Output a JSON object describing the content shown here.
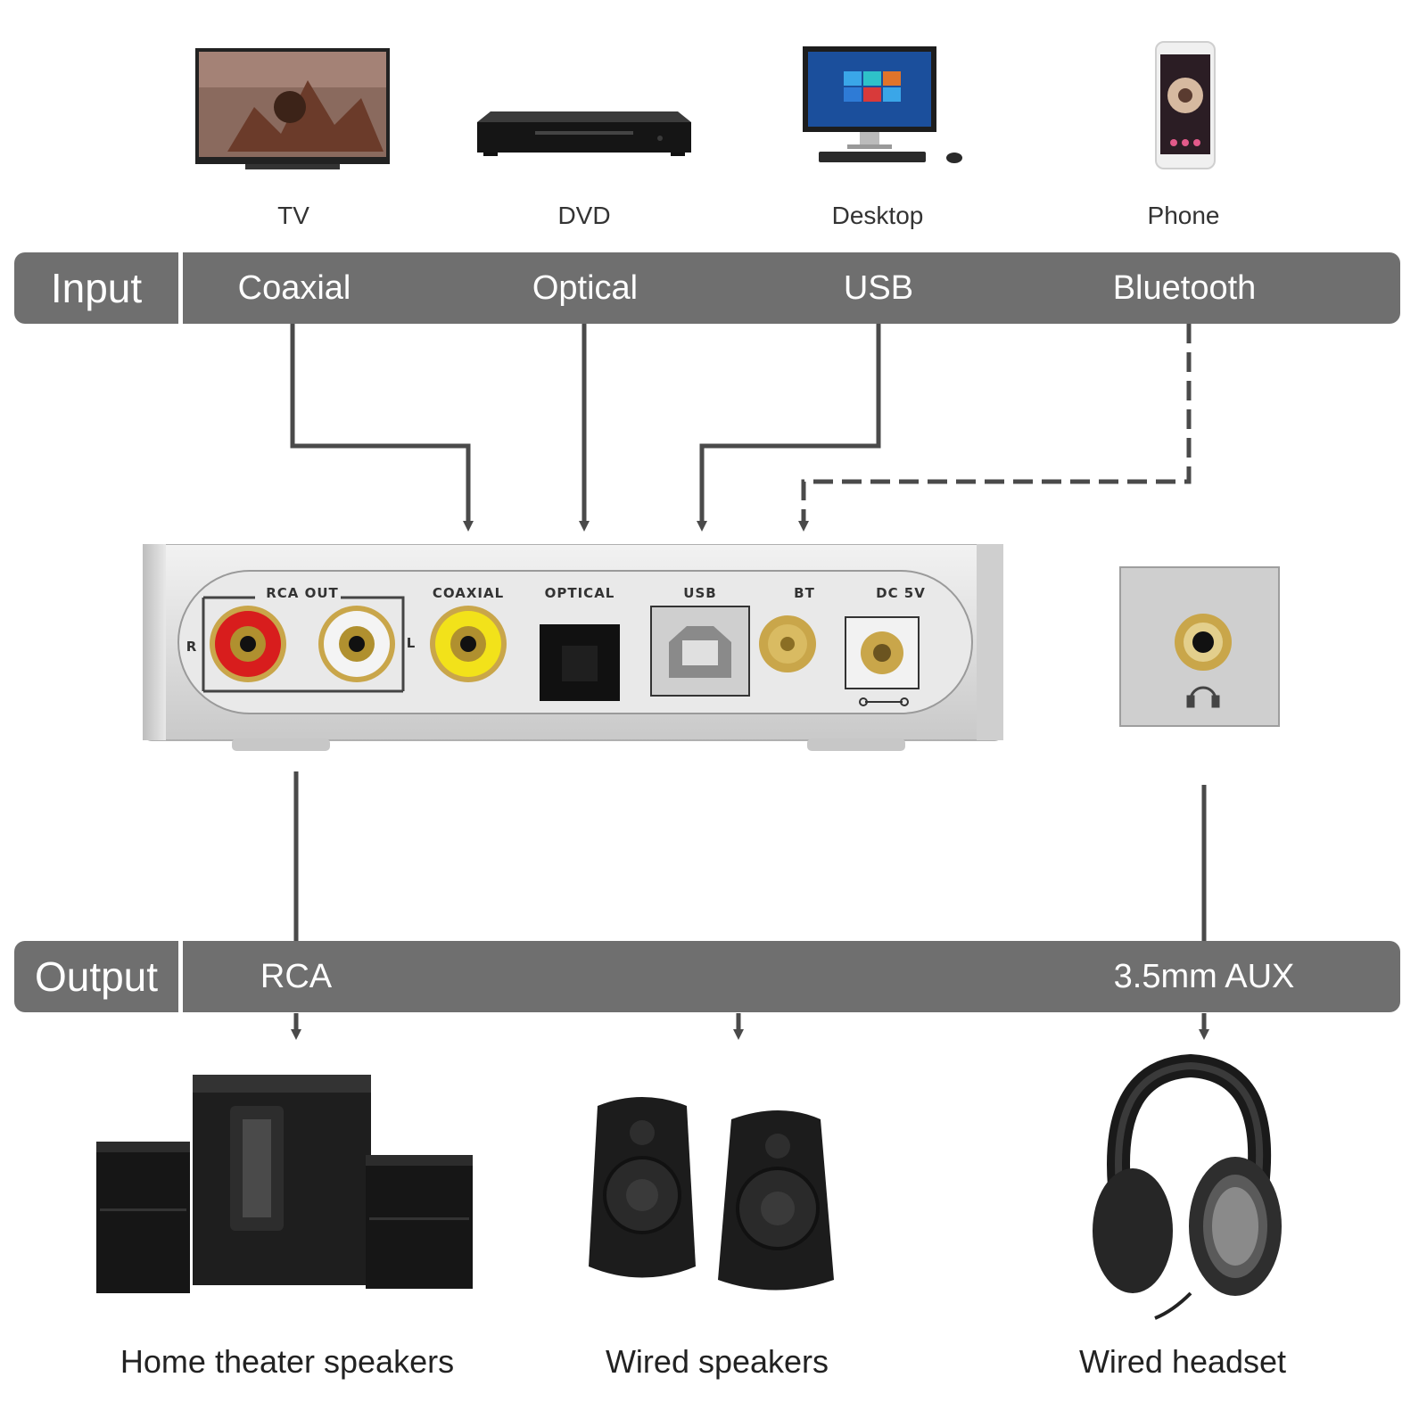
{
  "sources": [
    {
      "label": "TV",
      "icon": "tv-icon"
    },
    {
      "label": "DVD",
      "icon": "dvd-player-icon"
    },
    {
      "label": "Desktop",
      "icon": "desktop-computer-icon"
    },
    {
      "label": "Phone",
      "icon": "phone-icon"
    }
  ],
  "input_bar": {
    "heading": "Input",
    "items": [
      "Coaxial",
      "Optical",
      "USB",
      "Bluetooth"
    ]
  },
  "device": {
    "ports": {
      "rca_out": "RCA OUT",
      "rca_r": "R",
      "rca_l": "L",
      "coaxial": "COAXIAL",
      "optical": "OPTICAL",
      "usb": "USB",
      "bt": "BT",
      "dc": "DC 5V"
    },
    "colors": {
      "rca_red": "#d81d1d",
      "rca_white": "#f4f4f4",
      "coaxial_yellow": "#f2e21a",
      "body": "#e3e3e3",
      "gold": "#c9a64a"
    }
  },
  "output_bar": {
    "heading": "Output",
    "items": [
      "RCA",
      "3.5mm AUX"
    ]
  },
  "outputs": [
    {
      "label": "Home theater speakers",
      "icon": "home-theater-speakers-icon"
    },
    {
      "label": "Wired speakers",
      "icon": "wired-speakers-icon"
    },
    {
      "label": "Wired headset",
      "icon": "headphones-icon"
    }
  ],
  "colors": {
    "bar": "#6f6f6f",
    "line": "#4a4a4a",
    "text": "#333333"
  }
}
